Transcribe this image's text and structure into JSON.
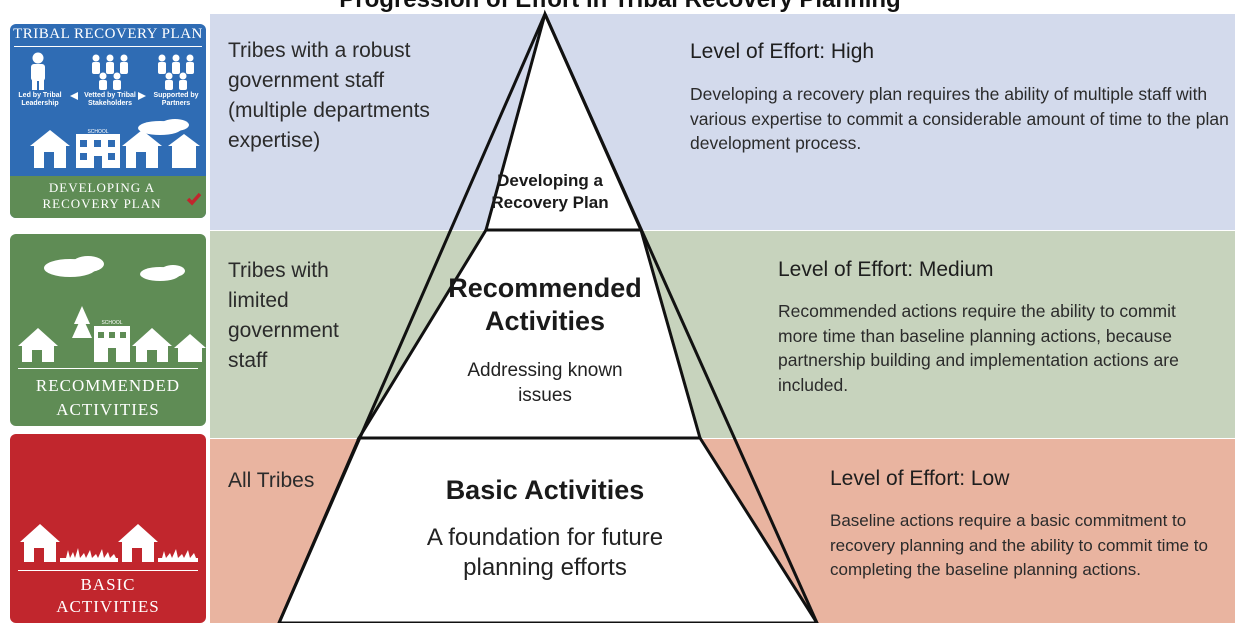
{
  "header": {
    "title": "Progression of Effort in Tribal Recovery Planning"
  },
  "colors": {
    "high": "#d3daec",
    "medium": "#c7d3bd",
    "low": "#e9b4a0",
    "blue_panel": "#2f6cb4",
    "green_panel": "#5f8c55",
    "red_panel": "#c1262d"
  },
  "tiers": {
    "top": {
      "pyramid_title": "Developing a Recovery Plan",
      "who": "Tribes with a robust government staff (multiple departments expertise)",
      "effort_title": "Level of Effort: High",
      "effort_text": "Developing a recovery plan requires the ability of multiple staff with various expertise to commit a considerable amount of time to the plan development process."
    },
    "middle": {
      "pyramid_title": "Recommended Activities",
      "pyramid_subtitle": "Addressing known issues",
      "who": "Tribes with limited government staff",
      "effort_title": "Level of Effort: Medium",
      "effort_text": "Recommended actions require the ability to commit more time than baseline planning actions, because partnership building and implementation actions are included."
    },
    "bottom": {
      "pyramid_title": "Basic Activities",
      "pyramid_subtitle": "A foundation for future planning efforts",
      "who": "All Tribes",
      "effort_title": "Level of Effort: Low",
      "effort_text": "Baseline actions require a basic commitment to recovery planning and the ability to commit time to completing the baseline planning actions."
    }
  },
  "panels": {
    "top": {
      "heading": "TRIBAL RECOVERY PLAN",
      "step1": "Led by Tribal Leadership",
      "step2": "Vetted by Tribal Stakeholders",
      "step3": "Supported by Partners",
      "school_sign": "SCHOOL",
      "label": "DEVELOPING A RECOVERY PLAN"
    },
    "middle": {
      "school_sign": "SCHOOL",
      "label": "RECOMMENDED ACTIVITIES"
    },
    "bottom": {
      "label": "BASIC ACTIVITIES"
    }
  }
}
